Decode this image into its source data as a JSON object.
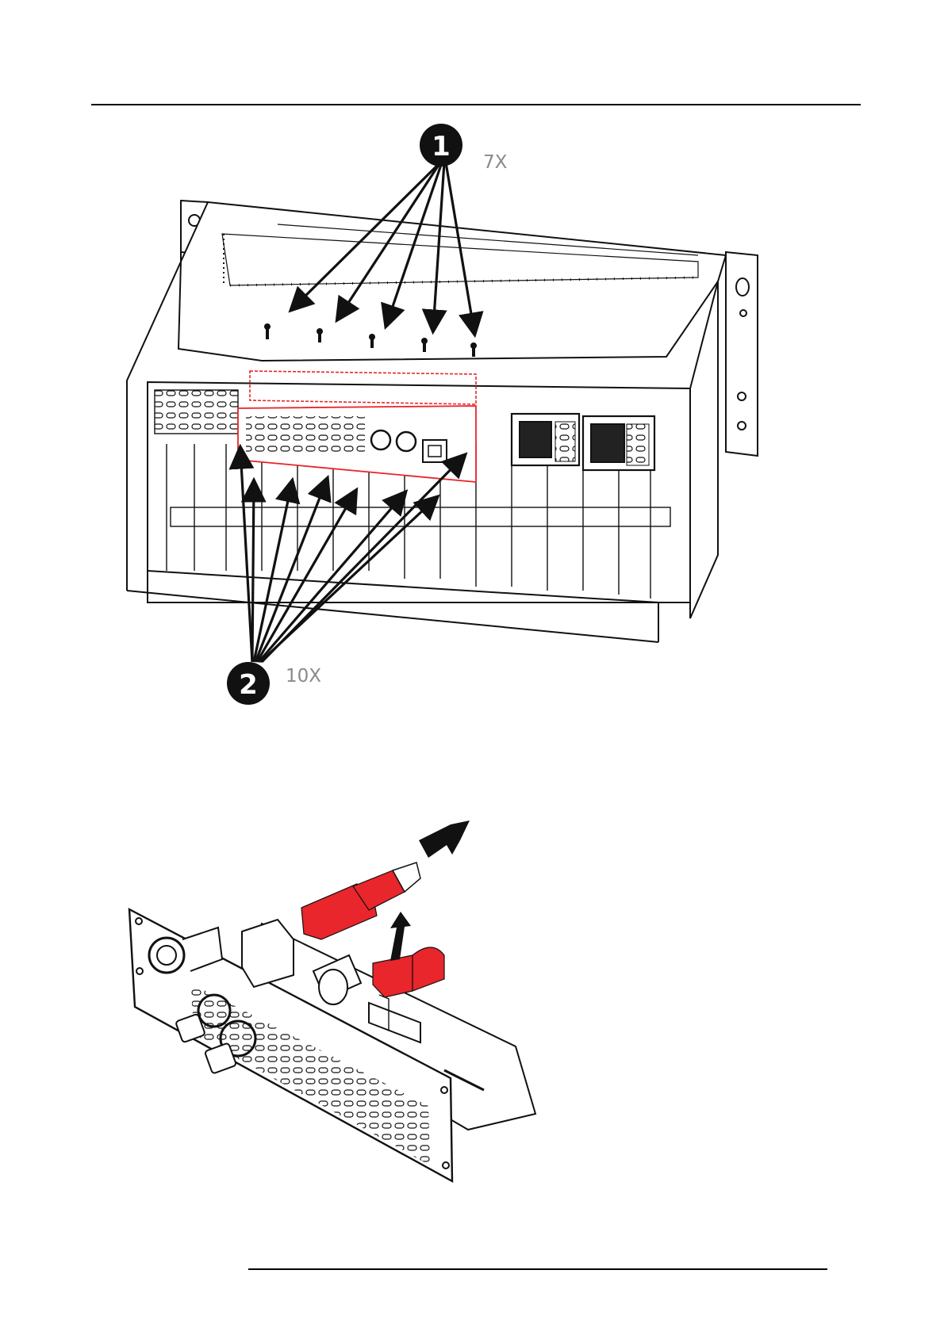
{
  "figure_top": {
    "callouts": [
      {
        "number": "1",
        "quantity": "7X"
      },
      {
        "number": "2",
        "quantity": "10X"
      }
    ]
  },
  "figure_bottom": {},
  "colors": {
    "highlight_red": "#e8262b",
    "line": "#111111",
    "callout_fill": "#111111",
    "qty_text": "#8a8a8a"
  }
}
